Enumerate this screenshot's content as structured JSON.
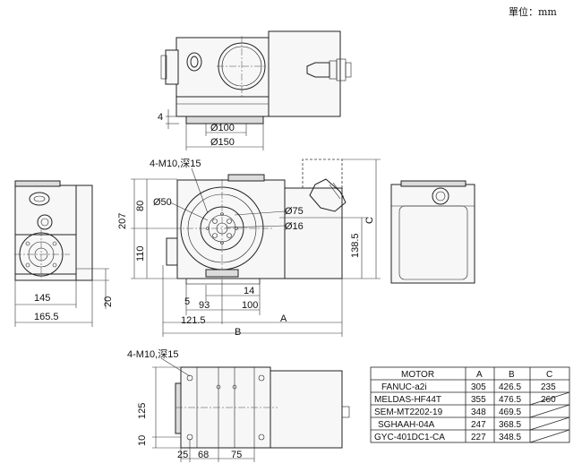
{
  "unit_label": "單位：mm",
  "dims": {
    "d100": "Ø100",
    "d150": "Ø150",
    "v4": "4",
    "m10_top": "4-M10,深15",
    "v207": "207",
    "v80": "80",
    "v110": "110",
    "d50": "Ø50",
    "d75": "Ø75",
    "d16": "Ø16",
    "v1385": "138.5",
    "C": "C",
    "v145": "145",
    "v1655": "165.5",
    "v20": "20",
    "v5": "5",
    "v14": "14",
    "v93": "93",
    "v100": "100",
    "v1215": "121.5",
    "A": "A",
    "B": "B",
    "m10_bottom": "4-M10,深15",
    "v125": "125",
    "v10": "10",
    "v25": "25",
    "v68": "68",
    "v75": "75"
  },
  "table": {
    "headers": [
      "MOTOR",
      "A",
      "B",
      "C"
    ],
    "rows": [
      [
        "FANUC-a2i",
        "305",
        "426.5",
        "235"
      ],
      [
        "MELDAS-HF44T",
        "355",
        "476.5",
        "260"
      ],
      [
        "SEM-MT2202-19",
        "348",
        "469.5",
        ""
      ],
      [
        "SGHAAH-04A",
        "247",
        "368.5",
        ""
      ],
      [
        "GYC-401DC1-CA",
        "227",
        "348.5",
        ""
      ]
    ]
  }
}
